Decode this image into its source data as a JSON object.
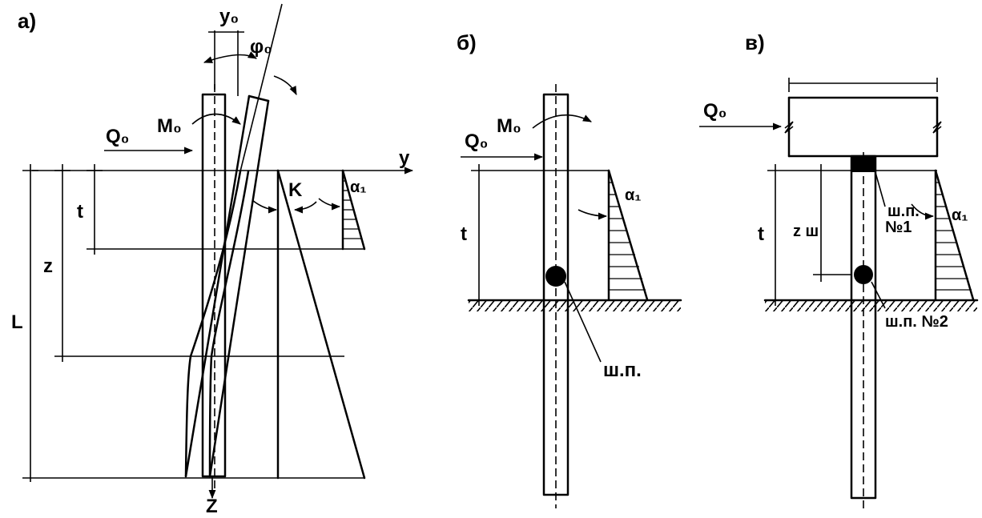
{
  "panels": {
    "a": {
      "tag": "a)",
      "labels": {
        "y0": "y₀",
        "phi0": "φ₀",
        "M0": "M₀",
        "Q0": "Q₀",
        "y": "y",
        "t": "t",
        "z": "z",
        "L": "L",
        "K": "K",
        "alpha1": "α₁",
        "Z": "Z"
      }
    },
    "b": {
      "tag": "б)",
      "labels": {
        "M0": "M₀",
        "Q0": "Q₀",
        "t": "t",
        "alpha1": "α₁",
        "hinge": "ш.п."
      }
    },
    "c": {
      "tag": "в)",
      "labels": {
        "Q0": "Q₀",
        "t": "t",
        "zsh": "z ш",
        "alpha1": "α₁",
        "hinge1_a": "ш.п.",
        "hinge1_b": "№1",
        "hinge2": "ш.п. №2"
      }
    }
  }
}
